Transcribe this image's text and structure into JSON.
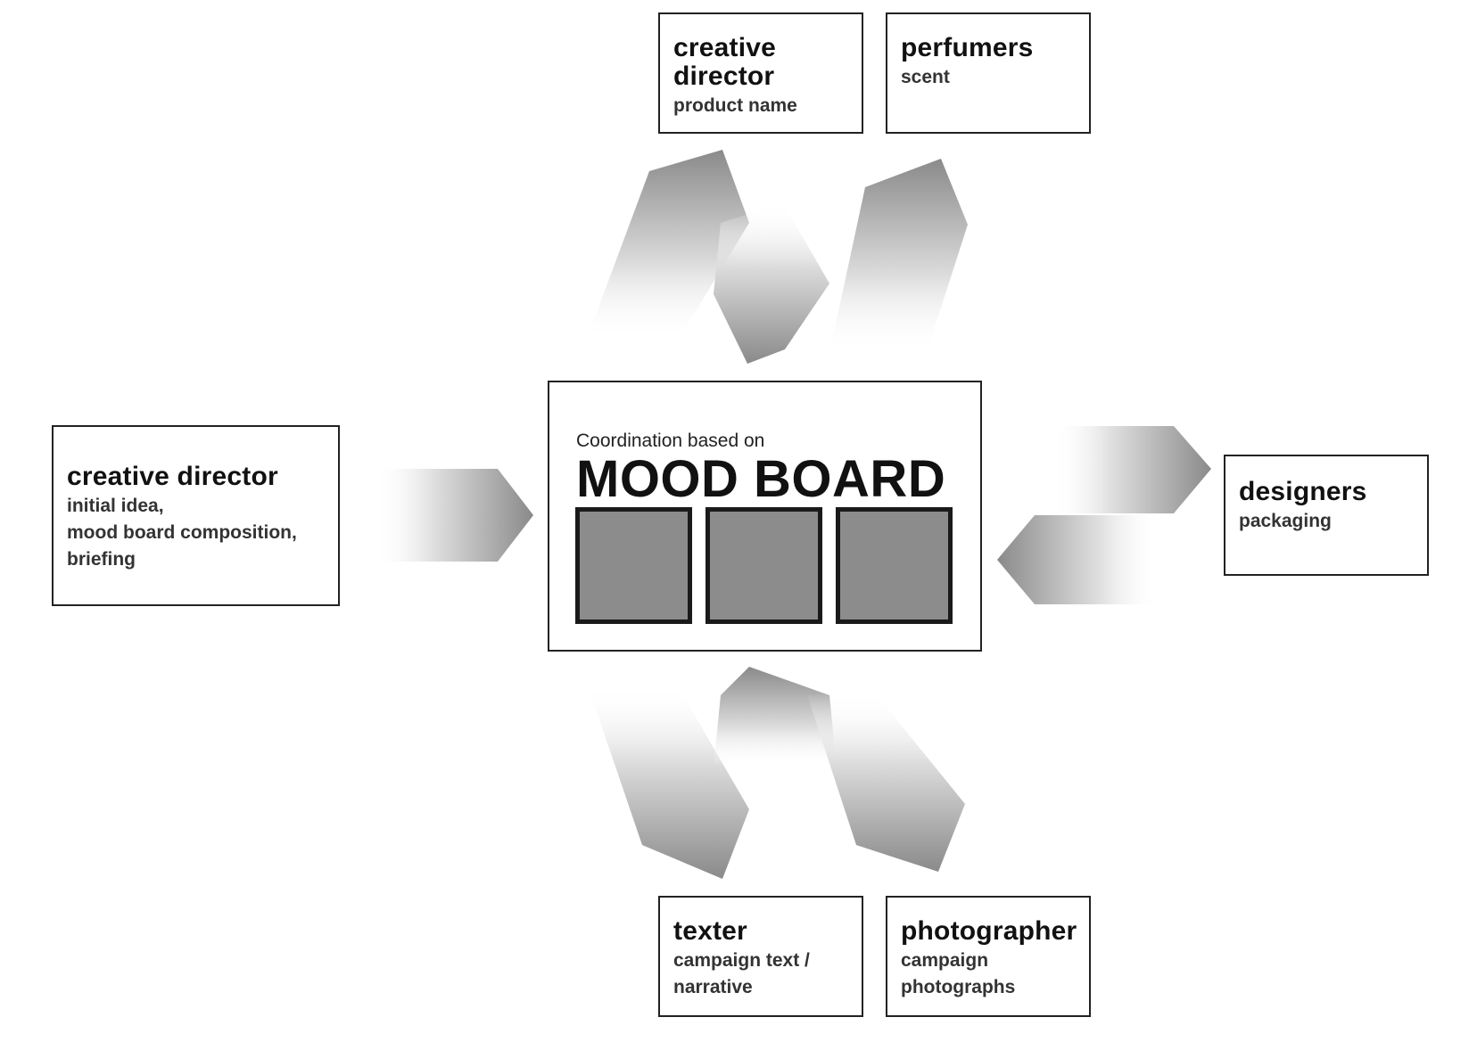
{
  "boxes": {
    "cd_top": {
      "title": "creative director",
      "subtitle": "product name"
    },
    "perfumers": {
      "title": "perfumers",
      "subtitle": "scent"
    },
    "cd_left": {
      "title": "creative director",
      "subtitle_lines": [
        "initial idea,",
        "mood board composition,",
        "briefing"
      ]
    },
    "designers": {
      "title": "designers",
      "subtitle": "packaging"
    },
    "texter": {
      "title": "texter",
      "subtitle_lines": [
        "campaign text /",
        "narrative"
      ]
    },
    "photographer": {
      "title": "photographer",
      "subtitle_lines": [
        "campaign",
        "photographs"
      ]
    }
  },
  "center": {
    "caption": "Coordination based on",
    "title": "MOOD BOARD",
    "tile_count": 3
  },
  "colors": {
    "arrow_dark": "#8a8a8a",
    "tile_fill": "#8c8c8c",
    "border": "#222222"
  }
}
